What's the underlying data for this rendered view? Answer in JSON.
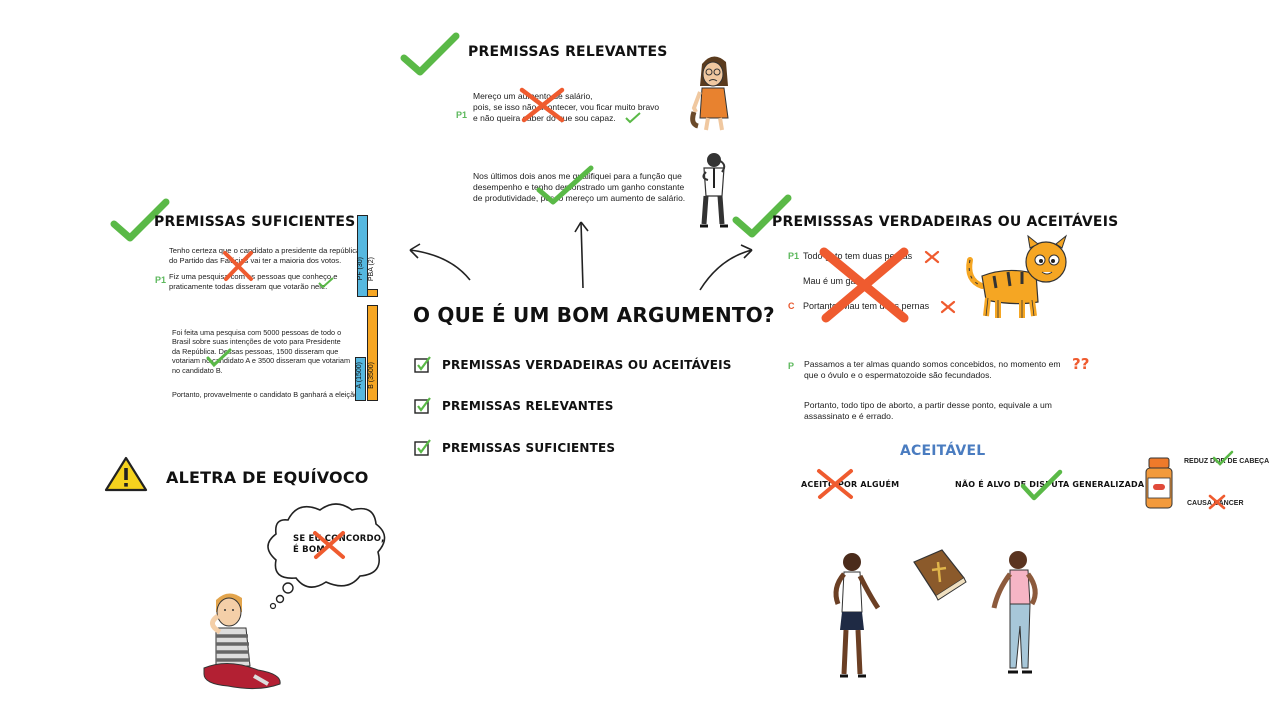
{
  "center": {
    "title": "O QUE É UM BOM ARGUMENTO?",
    "items": [
      "PREMISSAS VERDADEIRAS OU ACEITÁVEIS",
      "PREMISSAS RELEVANTES",
      "PREMISSAS SUFICIENTES"
    ]
  },
  "relevantes": {
    "title": "PREMISSAS RELEVANTES",
    "p1_label": "P1",
    "text1_l1": "Mereço um aumento de salário,",
    "text1_l2": "pois, se isso não acontecer, vou ficar muito bravo",
    "text1_l3": "e não queira saber do que sou capaz.",
    "text2_l1": "Nos últimos dois anos me qualifiquei para a função que",
    "text2_l2": "desempenho e tenho demonstrado um ganho constante",
    "text2_l3": "de produtividade, posso mereço um aumento de salário."
  },
  "suficientes": {
    "title": "PREMISSAS SUFICIENTES",
    "text1_l1": "Tenho certeza que o candidato a presidente da república",
    "text1_l2": "do Partido das Falácias vai ter a maioria dos votos.",
    "p1_label": "P1",
    "text2_l1": "Fiz uma pesquisa com as pessoas que conheço e",
    "text2_l2": "praticamente todas disseram que votarão nele.",
    "bar1_a": "PF (30)",
    "bar1_b": "PBA (2)",
    "text3_l1": "Foi feita uma pesquisa com 5000 pessoas de todo o",
    "text3_l2": "Brasil sobre suas intenções de voto para Presidente",
    "text3_l3": "da República. Dessas pessoas, 1500 disseram que",
    "text3_l4": "votariam no candidato A e 3500 disseram que votariam",
    "text3_l5": "no candidato B.",
    "text4": "Portanto, provavelmente o candidato B ganhará a eleição",
    "bar2_a": "A (1500)",
    "bar2_b": "B (3500)"
  },
  "verdadeiras": {
    "title": "PREMISSSAS VERDADEIRAS OU ACEITÁVEIS",
    "p1_label": "P1",
    "line1": "Todo gato tem duas pernas",
    "line2": "Mau é um gato",
    "c_label": "C",
    "line3": "Portanto, Mau tem duas pernas",
    "p_label": "P",
    "p_text_l1": "Passamos a ter almas quando somos concebidos, no momento em",
    "p_text_l2": "que o óvulo e o espermatozoide são fecundados.",
    "qq": "??",
    "conc_l1": "Portanto, todo tipo de aborto, a partir desse ponto, equivale a um",
    "conc_l2": "assassinato e é errado.",
    "aceitavel": "ACEITÁVEL",
    "aceito": "ACEITO POR ALGUÉM",
    "nao_alvo": "NÃO É ALVO DE DISPUTA GENERALIZADA",
    "reduz": "REDUZ DOR DE CABEÇA",
    "causa": "CAUSA CÂNCER"
  },
  "alerta": {
    "title": "ALETRA DE EQUÍVOCO",
    "bubble_l1": "SE EU CONCORDO,",
    "bubble_l2": "É BOM"
  },
  "colors": {
    "green": "#5ab947",
    "orange": "#ef5b2f",
    "blue_bar": "#56b8e0",
    "orange_bar": "#f6a623",
    "yellow": "#f5d21e"
  }
}
